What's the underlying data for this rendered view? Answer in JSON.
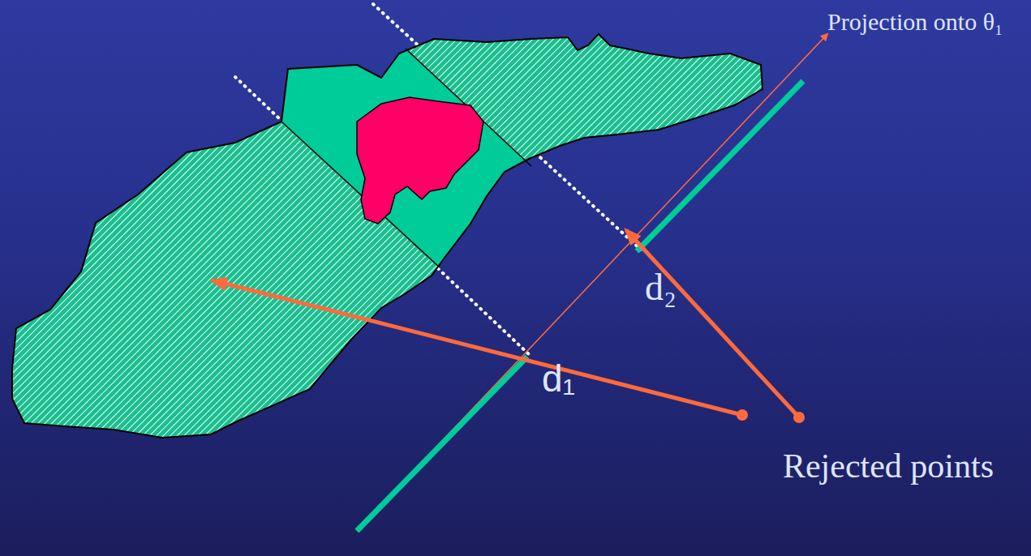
{
  "diagram": {
    "labels": [
      "Projection onto θ₁",
      "d₂",
      "d₁",
      "Rejected points"
    ]
  }
}
